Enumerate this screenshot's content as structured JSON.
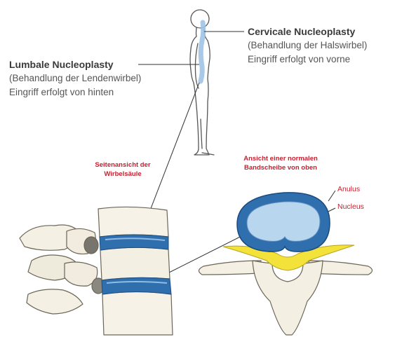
{
  "lumbal": {
    "title": "Lumbale Nucleoplasty",
    "line1": "(Behandlung der Lendenwirbel)",
    "line2": "Eingriff erfolgt von hinten"
  },
  "cervical": {
    "title": "Cervicale Nucleoplasty",
    "line1": "(Behandlung der Halswirbel)",
    "line2": "Eingriff erfolgt von vorne"
  },
  "side_view": {
    "line1": "Seitenansicht der",
    "line2": "Wirbelsäule"
  },
  "top_view": {
    "line1": "Ansicht einer normalen",
    "line2": "Bandscheibe von oben"
  },
  "disc_parts": {
    "anulus": "Anulus",
    "nucleus": "Nucleus"
  },
  "colors": {
    "accent_red": "#c8202f",
    "disc_blue": "#2f6fae",
    "nucleus_blue": "#b9d6ef",
    "nerve_yellow": "#f2e23a",
    "bone": "#f4f0e4"
  }
}
